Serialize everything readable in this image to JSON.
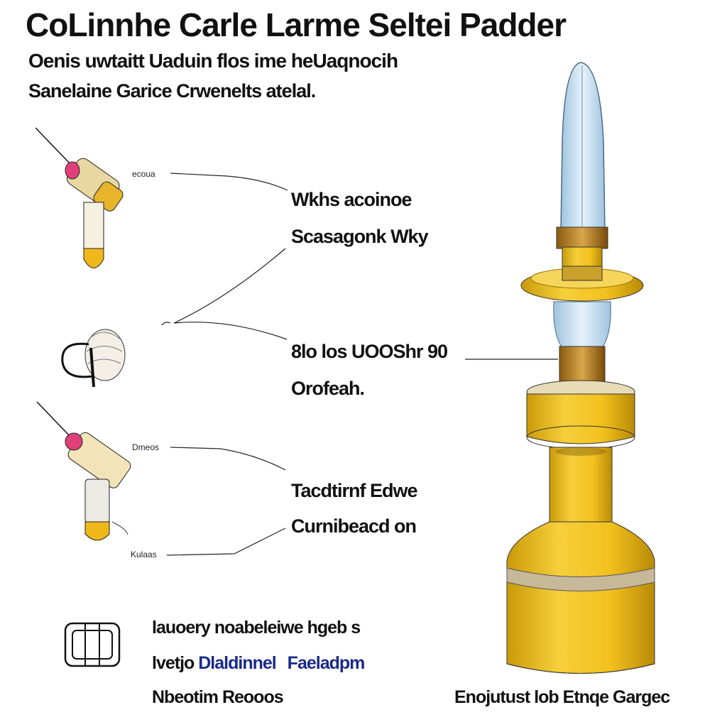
{
  "title": "CoLinnhe Carle Larme Seltei Padder",
  "subtitle_line1": "Oenis uwtaitt Uaduin flos ime heUaqnocih",
  "subtitle_line2": "Sanelaine Garice Crwenelts atelal.",
  "callouts": [
    {
      "tiny": "ecoua",
      "line1": "Wkhs acoinoe",
      "line2": "Scasagonk Wky"
    },
    {
      "tiny": "",
      "line1": "8lo los UOOShr 90",
      "line2": "Orofeah."
    },
    {
      "tiny": "Dmeos",
      "line1": "Tacdtirnf Edwe",
      "line2": "Curnibeacd on"
    }
  ],
  "bottom_tiny": "Kulaas",
  "legend": [
    {
      "text": "lauoery noabeleiwe hgeb s"
    },
    {
      "text_a": "lvetjo",
      "text_b": "Dlaldinnel",
      "text_c": "Faeladpm"
    },
    {
      "text": "Nbeotim Reooos"
    }
  ],
  "bottom_right_caption": "Enojutust lob Etnqe Gargec",
  "colors": {
    "gold": "#f2c11e",
    "gold_dark": "#c99a0a",
    "glass": "#cfe3f2",
    "pink": "#e0407a",
    "ink": "#1a1a1a",
    "legend_blue": "#1a2a8a"
  }
}
